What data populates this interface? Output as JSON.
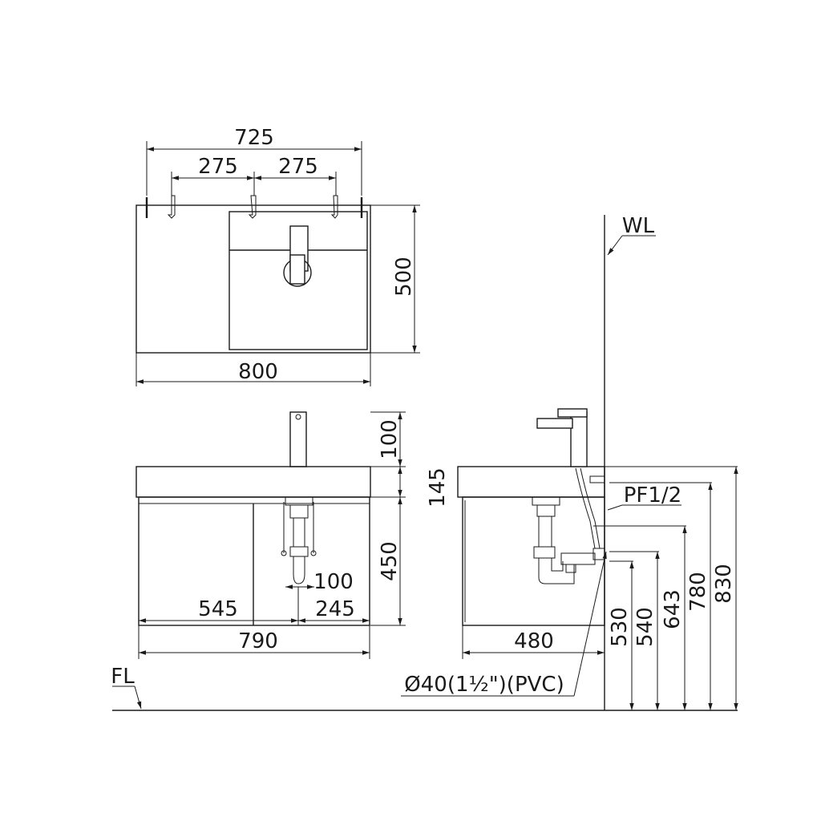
{
  "top_view": {
    "overall_width": "725",
    "spacing_left": "275",
    "spacing_right": "275",
    "depth": "500",
    "width": "800"
  },
  "front_view": {
    "faucet_height": "100",
    "top_thickness": "145",
    "cabinet_height": "450",
    "trap_offset": "100",
    "left_to_drain": "545",
    "drain_to_right": "245",
    "cabinet_width": "790"
  },
  "side_view": {
    "depth": "480",
    "wall_label": "WL",
    "floor_label": "FL",
    "supply_label": "PF1/2",
    "drain_label": "Ø40(1½\")(PVC)",
    "h_530": "530",
    "h_540": "540",
    "h_643": "643",
    "h_780": "780",
    "h_830": "830"
  }
}
